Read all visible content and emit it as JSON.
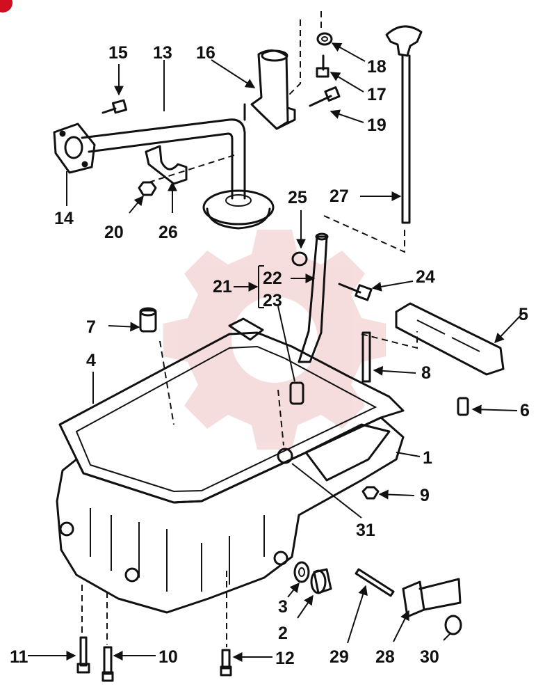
{
  "diagram": {
    "part_labels": {
      "p1": "1",
      "p2": "2",
      "p3": "3",
      "p4": "4",
      "p5": "5",
      "p6": "6",
      "p7": "7",
      "p8": "8",
      "p9": "9",
      "p10": "10",
      "p11": "11",
      "p12": "12",
      "p13": "13",
      "p14": "14",
      "p15": "15",
      "p16": "16",
      "p17": "17",
      "p18": "18",
      "p19": "19",
      "p20": "20",
      "p21": "21",
      "p22": "22",
      "p23": "23",
      "p24": "24",
      "p25": "25",
      "p26": "26",
      "p27": "27",
      "p28": "28",
      "p29": "29",
      "p30": "30",
      "p31": "31"
    },
    "watermark_color": "#e8a0a0",
    "ink_color": "#111111",
    "corner_mark_color": "#d01020"
  }
}
